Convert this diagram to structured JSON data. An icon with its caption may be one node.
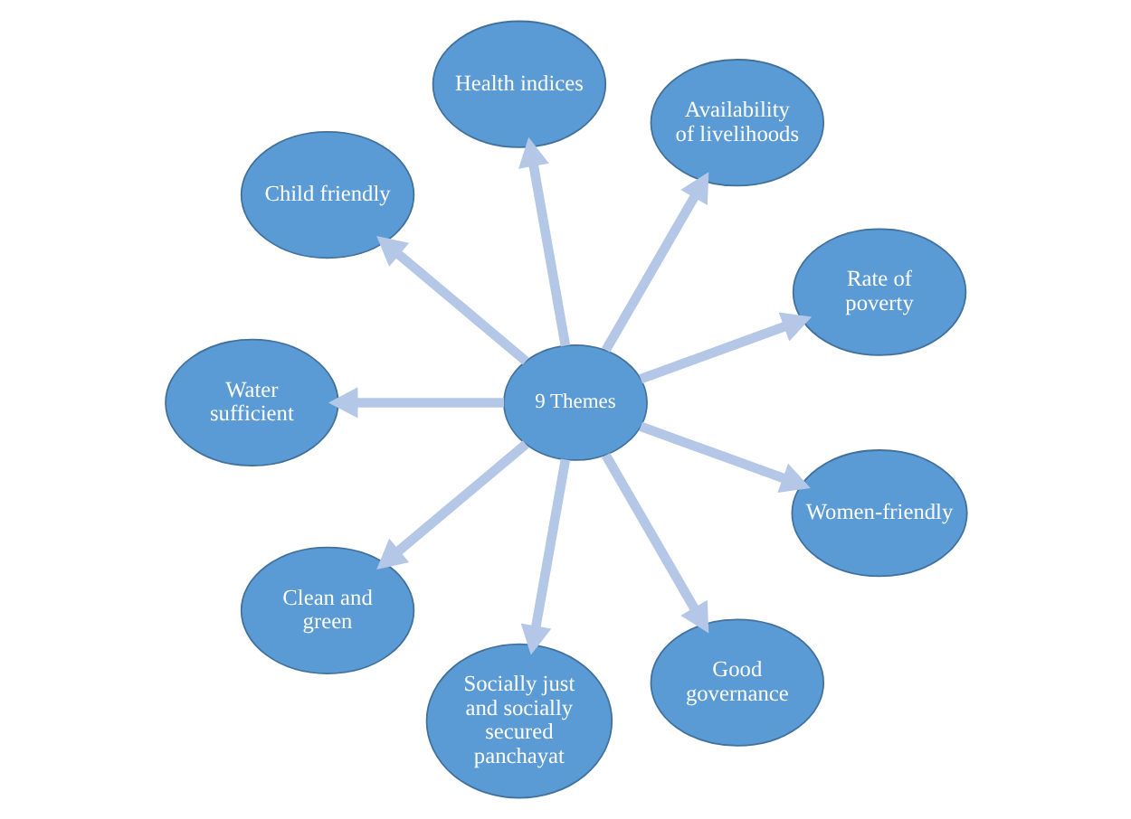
{
  "diagram": {
    "nodes": [
      {
        "text": [
          "9 Themes"
        ]
      },
      {
        "text": [
          "Rate of poverty"
        ]
      },
      {
        "text": [
          "Availability of livelihoods"
        ]
      },
      {
        "text": [
          "Health indices"
        ]
      },
      {
        "text": [
          "Child friendly"
        ]
      },
      {
        "text": [
          "Water sufficient"
        ]
      },
      {
        "text": [
          "Clean and green"
        ]
      },
      {
        "text": [
          "Socially just and socially secured panchayat"
        ]
      },
      {
        "text": [
          "Good governance"
        ]
      },
      {
        "text": [
          "Women-friendly"
        ]
      }
    ],
    "edges": [
      {
        "from": 0,
        "to": 1,
        "arrow": "to"
      },
      {
        "from": 0,
        "to": 2,
        "arrow": "to"
      },
      {
        "from": 0,
        "to": 3,
        "arrow": "to"
      },
      {
        "from": 0,
        "to": 4,
        "arrow": "to"
      },
      {
        "from": 0,
        "to": 5,
        "arrow": "to"
      },
      {
        "from": 0,
        "to": 6,
        "arrow": "to"
      },
      {
        "from": 0,
        "to": 7,
        "arrow": "to"
      },
      {
        "from": 0,
        "to": 8,
        "arrow": "to"
      },
      {
        "from": 0,
        "to": 9,
        "arrow": "to"
      }
    ]
  }
}
